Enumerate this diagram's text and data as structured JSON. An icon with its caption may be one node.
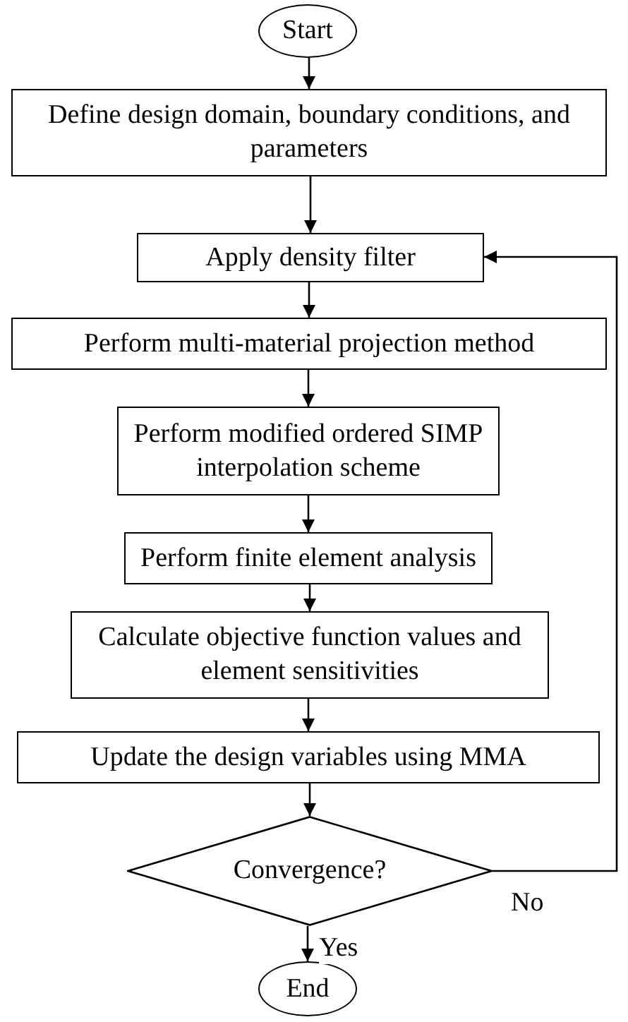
{
  "diagram": {
    "nodes": [
      {
        "text": [
          "Start"
        ]
      },
      {
        "text": [
          "Define design domain, boundary conditions, and parameters"
        ]
      },
      {
        "text": [
          "Apply density filter"
        ]
      },
      {
        "text": [
          "Perform multi-material projection method"
        ]
      },
      {
        "text": [
          "Perform modified ordered SIMP interpolation scheme"
        ]
      },
      {
        "text": [
          "Perform finite element analysis"
        ]
      },
      {
        "text": [
          "Calculate objective function values and element sensitivities"
        ]
      },
      {
        "text": [
          "Update the design variables using MMA"
        ]
      },
      {
        "text": [
          "Convergence?"
        ]
      },
      {
        "text": [
          "End"
        ]
      }
    ],
    "edges": [
      {
        "from": 0,
        "to": 1,
        "arrow": "to"
      },
      {
        "from": 1,
        "to": 2,
        "arrow": "to"
      },
      {
        "from": 2,
        "to": 3,
        "arrow": "to"
      },
      {
        "from": 3,
        "to": 4,
        "arrow": "to"
      },
      {
        "from": 4,
        "to": 5,
        "arrow": "to"
      },
      {
        "from": 5,
        "to": 6,
        "arrow": "to"
      },
      {
        "from": 6,
        "to": 7,
        "arrow": "to"
      },
      {
        "from": 7,
        "to": 8,
        "arrow": "to"
      },
      {
        "from": 8,
        "to": 9,
        "label": "Yes",
        "arrow": "to"
      },
      {
        "from": 8,
        "to": 2,
        "label": "No",
        "arrow": "to"
      }
    ]
  }
}
